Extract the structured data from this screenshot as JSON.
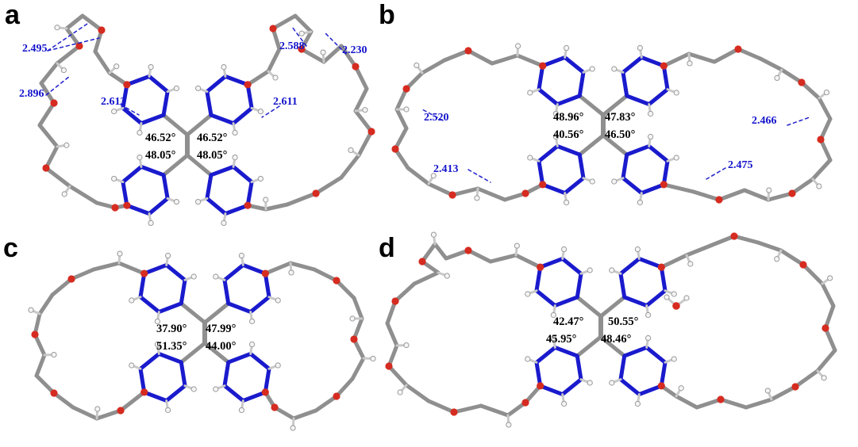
{
  "figure_name": "crystal-structure-panels",
  "colors": {
    "carbon": "#8f8f8f",
    "ring_nitrogen_blue": "#1a1acd",
    "oxygen_red": "#d62b20",
    "hydrogen_white": "#f5f5f5",
    "distance_label_blue": "#1414cc",
    "angle_label_black": "#000000",
    "background": "#ffffff"
  },
  "panels": [
    {
      "label": "a",
      "distances": [
        "2.495",
        "2.896",
        "2.613",
        "2.588",
        "2.230",
        "2.611"
      ],
      "angles": [
        "46.52°",
        "46.52°",
        "48.05°",
        "48.05°"
      ]
    },
    {
      "label": "b",
      "distances": [
        "2.520",
        "2.413",
        "2.466",
        "2.475"
      ],
      "angles": [
        "48.96°",
        "47.83°",
        "40.56°",
        "46.50°"
      ]
    },
    {
      "label": "c",
      "distances": [],
      "angles": [
        "37.90°",
        "47.99°",
        "51.35°",
        "44.00°"
      ]
    },
    {
      "label": "d",
      "distances": [],
      "angles": [
        "42.47°",
        "50.55°",
        "45.95°",
        "48.46°"
      ]
    }
  ]
}
